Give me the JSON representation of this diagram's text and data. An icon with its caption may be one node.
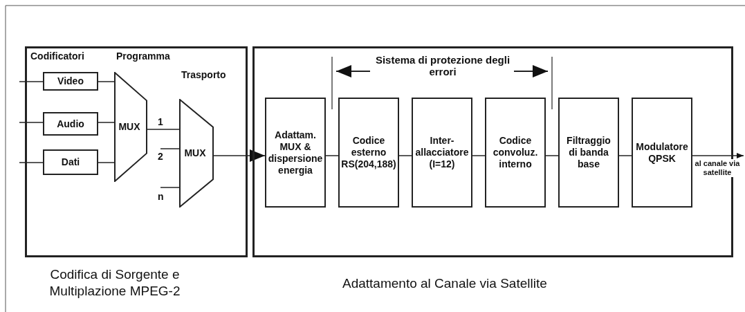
{
  "diagram": {
    "nodes": [
      {
        "text": [
          "Codifica di Sorgente e Multiplazione MPEG-2"
        ]
      },
      {
        "text": [
          "Video"
        ],
        "in": 0
      },
      {
        "text": [
          "Audio"
        ],
        "in": 0
      },
      {
        "text": [
          "Dati"
        ],
        "in": 0
      },
      {
        "text": [
          "MUX"
        ],
        "in": 0
      },
      {
        "text": [
          "MUX"
        ],
        "in": 0
      },
      {
        "text": [
          "Adattamento al Canale via Satellite"
        ]
      },
      {
        "text": [
          "Adattam. MUX & dispersione energia"
        ],
        "in": 6
      },
      {
        "text": [
          "Codice esterno RS(204,188)"
        ],
        "in": 6
      },
      {
        "text": [
          "Inter- allacciatore (I=12)"
        ],
        "in": 6
      },
      {
        "text": [
          "Codice convoluz. interno"
        ],
        "in": 6
      },
      {
        "text": [
          "Filtraggio di banda base"
        ],
        "in": 6
      },
      {
        "text": [
          "Modulatore QPSK"
        ],
        "in": 6
      }
    ],
    "edges": [
      {
        "from": null,
        "to": 1,
        "arrow": "none"
      },
      {
        "from": null,
        "to": 2,
        "arrow": "none"
      },
      {
        "from": null,
        "to": 3,
        "arrow": "none"
      },
      {
        "from": 1,
        "to": 4,
        "arrow": "none"
      },
      {
        "from": 2,
        "to": 4,
        "arrow": "none"
      },
      {
        "from": 3,
        "to": 4,
        "arrow": "none"
      },
      {
        "from": 4,
        "to": 5,
        "arrow": "none",
        "label": "1"
      },
      {
        "from": null,
        "to": 5,
        "arrow": "none",
        "label": "2"
      },
      {
        "from": null,
        "to": 5,
        "arrow": "none",
        "label": "n"
      },
      {
        "from": 5,
        "to": 7,
        "arrow": "to"
      },
      {
        "from": 7,
        "to": 8,
        "arrow": "none"
      },
      {
        "from": 8,
        "to": 9,
        "arrow": "none"
      },
      {
        "from": 9,
        "to": 10,
        "arrow": "none"
      },
      {
        "from": 10,
        "to": 11,
        "arrow": "none"
      },
      {
        "from": 11,
        "to": 12,
        "arrow": "none"
      },
      {
        "from": 12,
        "to": null,
        "arrow": "to",
        "label": "al canale via satellite"
      }
    ],
    "labels": [
      "Codificatori",
      "Programma",
      "Trasporto",
      "Sistema di protezione degli errori"
    ]
  }
}
